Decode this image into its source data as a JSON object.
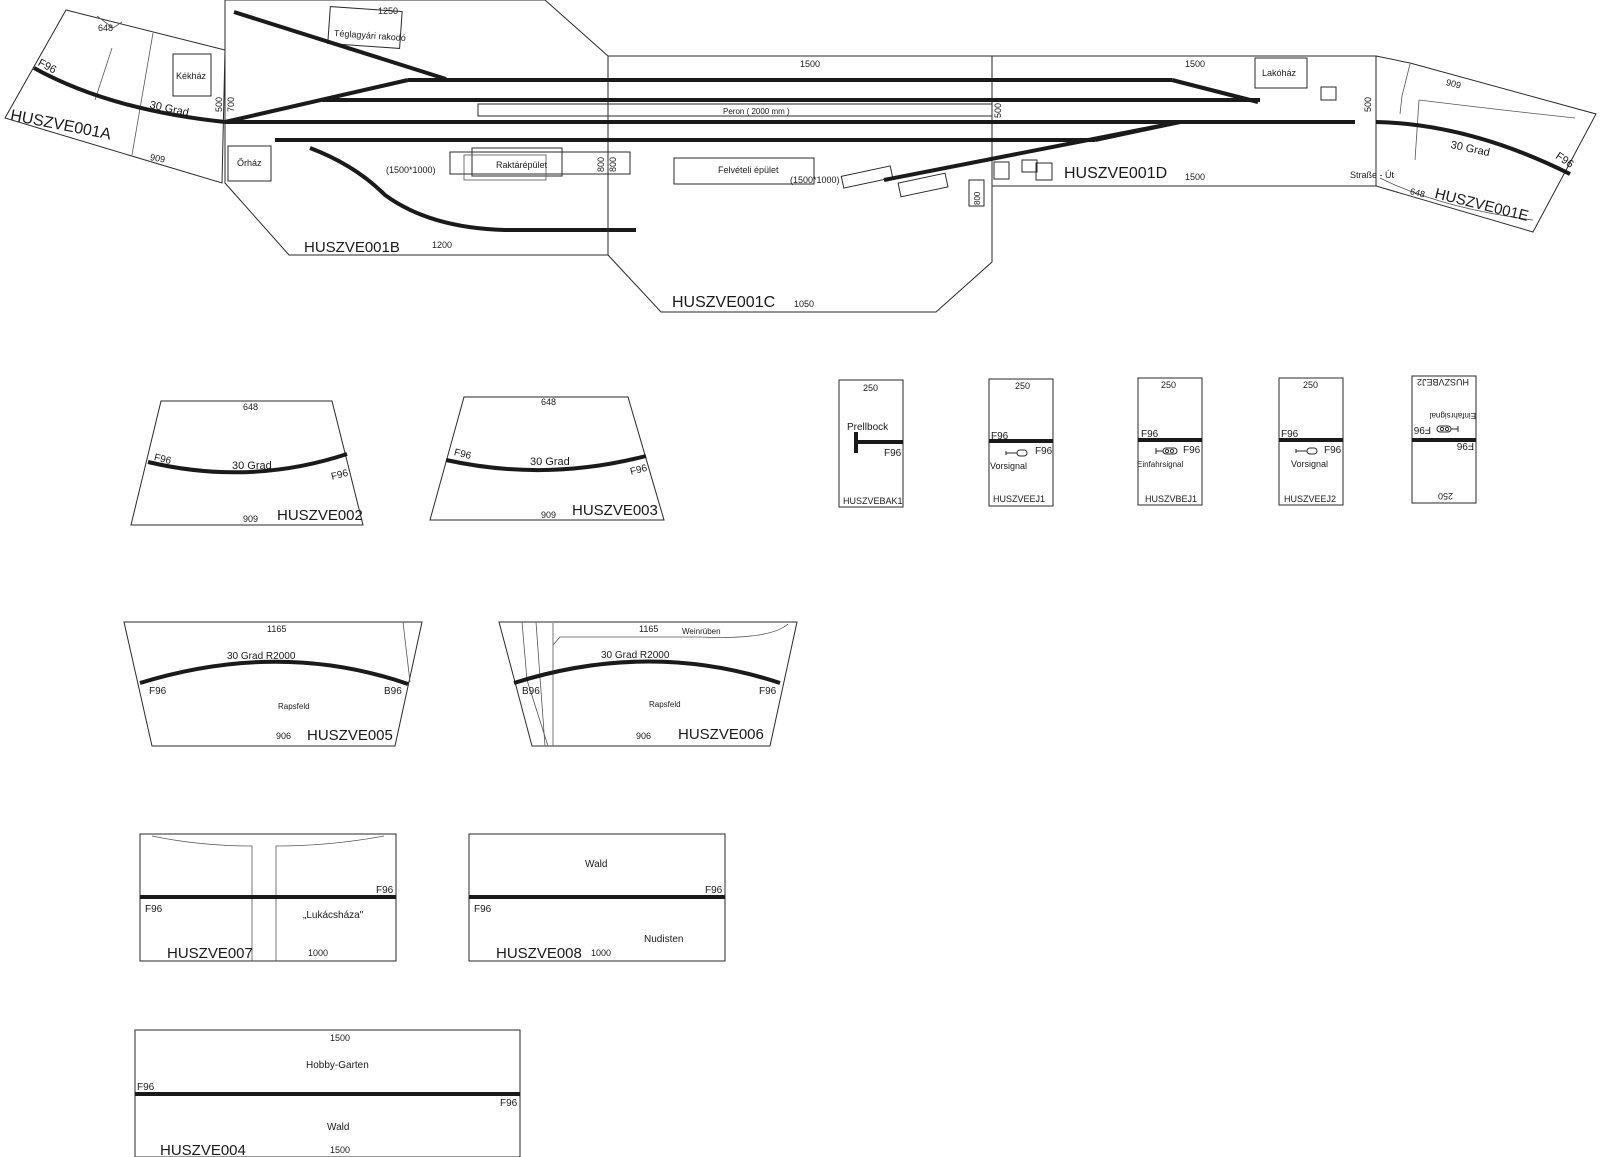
{
  "layout_top": {
    "A": {
      "id": "HUSZVE001A",
      "dim_top": "648",
      "dim_right_1": "500",
      "dim_right_2": "700",
      "dim_bottom": "909",
      "angle": "30 Grad",
      "track": "F96",
      "building": "Kékház",
      "guard": "Őrház"
    },
    "B": {
      "id": "HUSZVE001B",
      "dim_top": "1250",
      "dim_bottom": "1200",
      "loading": "Téglagyári rakodó",
      "warehouse": "Raktárépület",
      "warehouse_size": "(1500*1000)",
      "dim_right_1": "800",
      "dim_right_2": "800"
    },
    "C": {
      "id": "HUSZVE001C",
      "dim_top": "1500",
      "dim_bottom": "1050",
      "platform": "Peron ( 2000 mm )",
      "station": "Felvételi épület",
      "station_size": "(1500*1000)",
      "dim_right": "500",
      "small": "800"
    },
    "D": {
      "id": "HUSZVE001D",
      "dim_top": "1500",
      "dim_bottom": "1500",
      "dim_right": "500",
      "house": "Lakóház"
    },
    "E": {
      "id": "HUSZVE001E",
      "dim_top": "909",
      "dim_bottom": "648",
      "angle": "30 Grad",
      "track": "F96",
      "road": "Straße - Út"
    }
  },
  "modules": {
    "m002": {
      "id": "HUSZVE002",
      "top": "648",
      "bottom": "909",
      "angle": "30 Grad",
      "left": "F96",
      "right": "F96"
    },
    "m003": {
      "id": "HUSZVE003",
      "top": "648",
      "bottom": "909",
      "angle": "30 Grad",
      "left": "F96",
      "right": "F96"
    },
    "m005": {
      "id": "HUSZVE005",
      "top": "1165",
      "bottom": "906",
      "angle": "30 Grad R2000",
      "field": "Rapsfeld",
      "left": "F96",
      "right": "B96"
    },
    "m006": {
      "id": "HUSZVE006",
      "top": "1165",
      "bottom": "906",
      "angle": "30 Grad R2000",
      "field": "Rapsfeld",
      "turnips": "Weinrüben",
      "left": "B96",
      "right": "F96"
    },
    "m007": {
      "id": "HUSZVE007",
      "dim": "1000",
      "village": "„Lukácsháza\"",
      "left": "F96",
      "right": "F96"
    },
    "m008": {
      "id": "HUSZVE008",
      "dim": "1000",
      "forest": "Wald",
      "nude": "Nudisten",
      "left": "F96",
      "right": "F96"
    },
    "m004": {
      "id": "HUSZVE004",
      "top": "1500",
      "bottom": "1500",
      "garden": "Hobby-Garten",
      "forest": "Wald",
      "left": "F96",
      "right": "F96"
    }
  },
  "signals": {
    "bak1": {
      "id": "HUSZVEBAK1",
      "dim": "250",
      "label": "Prellbock",
      "track": "F96"
    },
    "ej1": {
      "id": "HUSZVEEJ1",
      "dim": "250",
      "label": "Vorsignal",
      "left": "F96",
      "right": "F96"
    },
    "bej1": {
      "id": "HUSZVBEJ1",
      "dim": "250",
      "label": "Einfahrsignal",
      "left": "F96",
      "right": "F96"
    },
    "ej2": {
      "id": "HUSZVEEJ2",
      "dim": "250",
      "label": "Vorsignal",
      "left": "F96",
      "right": "F96"
    },
    "bej2": {
      "id": "HUSZVBEJ2",
      "dim": "250",
      "label": "Einfahrsignal",
      "left": "F96",
      "right": "F96"
    }
  }
}
